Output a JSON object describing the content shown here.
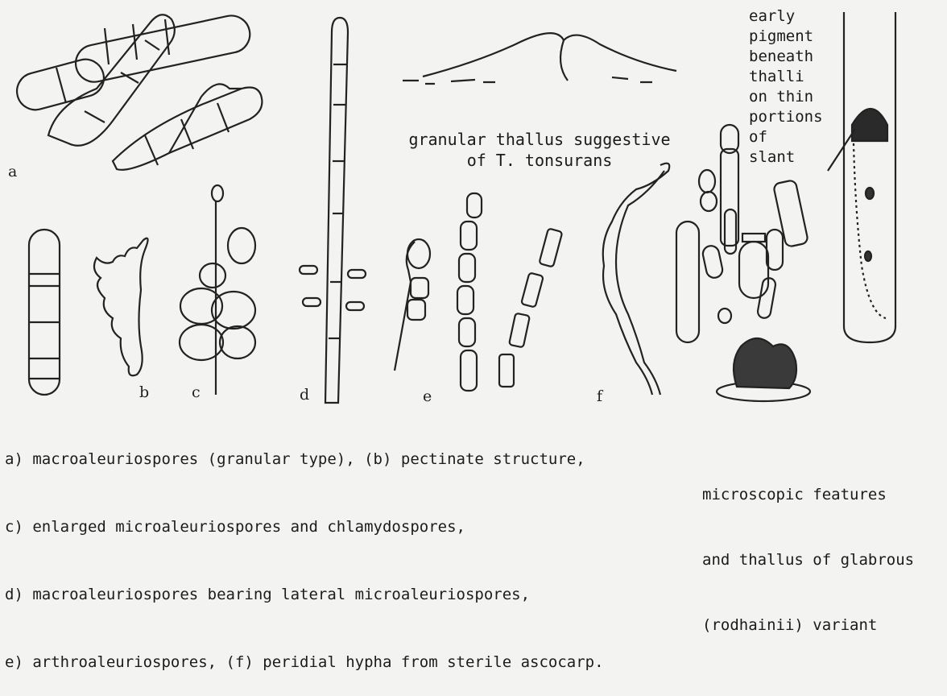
{
  "panel_letters": {
    "a": "a",
    "b": "b",
    "c": "c",
    "d": "d",
    "e": "e",
    "f": "f"
  },
  "thallus_caption": {
    "line1": "granular thallus suggestive",
    "line2": "of T. tonsurans"
  },
  "pigment_note": [
    "early",
    "pigment",
    "beneath",
    "thalli",
    "on thin",
    "portions",
    "of slant"
  ],
  "legend": [
    "a) macroaleuriospores (granular type), (b) pectinate structure,",
    "c) enlarged microaleuriospores and chlamydospores,",
    "d) macroaleuriospores bearing lateral microaleuriospores,",
    "e) arthroaleuriospores, (f) peridial hypha from sterile ascocarp."
  ],
  "right_caption": [
    "microscopic features",
    "and thallus of glabrous",
    "(rodhainii) variant"
  ]
}
